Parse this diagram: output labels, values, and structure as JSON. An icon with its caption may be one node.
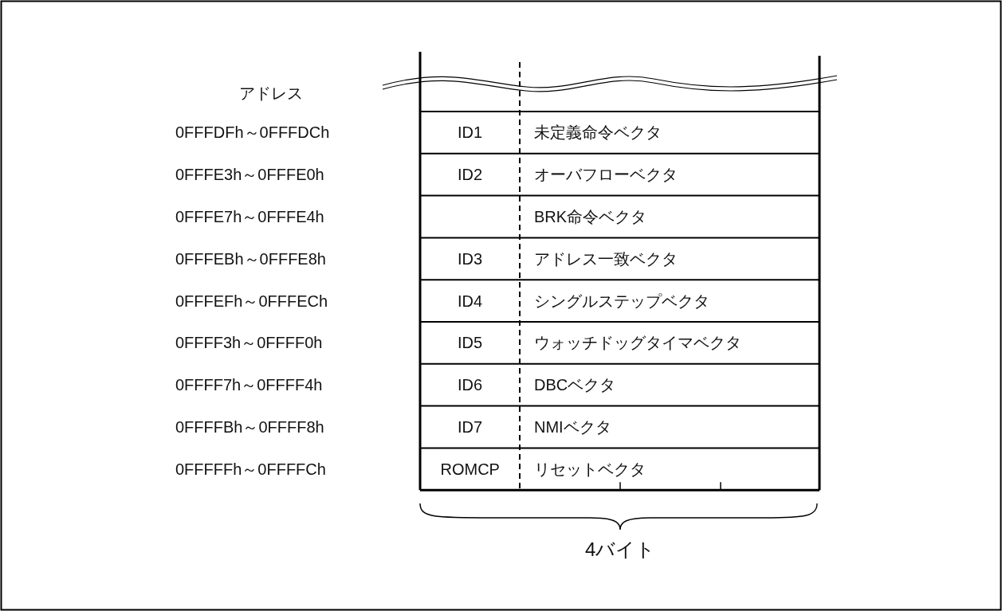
{
  "diagram": {
    "labels": [
      "アドレス",
      "0FFFDFh～0FFFDCh",
      "ID1",
      "未定義命令ベクタ",
      "0FFFE3h～0FFFE0h",
      "ID2",
      "オーバフローベクタ",
      "0FFFE7h～0FFFE4h",
      "BRK命令ベクタ",
      "0FFFEBh～0FFFE8h",
      "ID3",
      "アドレス一致ベクタ",
      "0FFFEFh～0FFFECh",
      "ID4",
      "シングルステップベクタ",
      "0FFFF3h～0FFFF0h",
      "ID5",
      "ウォッチドッグタイマベクタ",
      "0FFFF7h～0FFFF4h",
      "ID6",
      "DBCベクタ",
      "0FFFFBh～0FFFF8h",
      "ID7",
      "NMIベクタ",
      "0FFFFFh～0FFFFCh",
      "ROMCP",
      "リセットベクタ",
      "4バイト"
    ]
  }
}
